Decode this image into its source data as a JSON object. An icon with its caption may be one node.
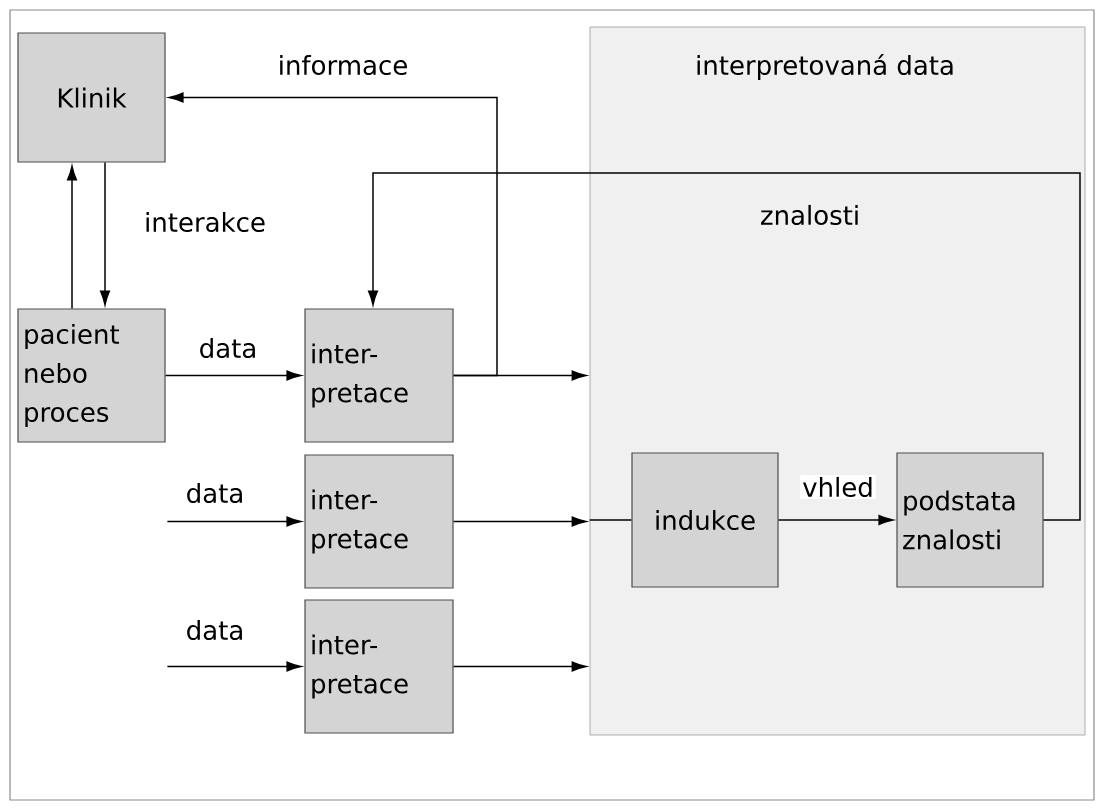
{
  "diagram": {
    "nodes": [
      {
        "text": [
          "Klinik"
        ]
      },
      {
        "text": [
          "pacient nebo proces"
        ]
      },
      {
        "text": [
          "inter- pretace"
        ]
      },
      {
        "text": [
          "inter- pretace"
        ]
      },
      {
        "text": [
          "inter- pretace"
        ]
      },
      {
        "text": [
          "interpretovaná data",
          "znalosti"
        ]
      },
      {
        "text": [
          "indukce"
        ],
        "in": 5
      },
      {
        "text": [
          "podstata znalosti"
        ],
        "in": 5
      }
    ],
    "edges": [
      {
        "from": 1,
        "to": 0,
        "arrow": "to"
      },
      {
        "from": 0,
        "to": 1,
        "arrow": "to",
        "label": "interakce"
      },
      {
        "from": 1,
        "to": 2,
        "arrow": "to",
        "label": "data"
      },
      {
        "from": 2,
        "to": 0,
        "arrow": "to",
        "label": "informace"
      },
      {
        "from": 2,
        "to": 5,
        "arrow": "to"
      },
      {
        "from": null,
        "to": 3,
        "arrow": "to",
        "label": "data"
      },
      {
        "from": 3,
        "to": 5,
        "arrow": "to"
      },
      {
        "from": 5,
        "to": 6,
        "arrow": "none"
      },
      {
        "from": null,
        "to": 4,
        "arrow": "to",
        "label": "data"
      },
      {
        "from": 4,
        "to": 5,
        "arrow": "to"
      },
      {
        "from": 6,
        "to": 7,
        "arrow": "to",
        "label": "vhled"
      },
      {
        "from": 7,
        "to": 2,
        "arrow": "to"
      }
    ]
  }
}
